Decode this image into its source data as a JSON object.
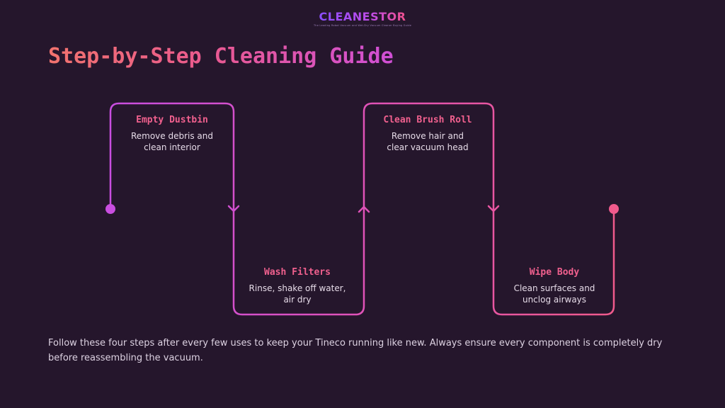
{
  "logo": {
    "name": "CLEANESTOR",
    "tagline": "The Leading Robot Vacuum and Wet-Dry Vacuum Cleaner Buying Guide"
  },
  "title": "Step-by-Step Cleaning Guide",
  "steps": [
    {
      "title": "Empty Dustbin",
      "desc": "Remove debris and clean interior"
    },
    {
      "title": "Wash Filters",
      "desc": "Rinse, shake off water, air dry"
    },
    {
      "title": "Clean Brush Roll",
      "desc": "Remove hair and clear vacuum head"
    },
    {
      "title": "Wipe Body",
      "desc": "Clean surfaces and unclog airways"
    }
  ],
  "footer": "Follow these four steps after every few uses to keep your Tineco running like new. Always ensure every component is completely dry before reassembling the vacuum.",
  "colors": {
    "background": "#25162c",
    "gradient_start": "#c94ee0",
    "gradient_end": "#f05a8c",
    "accent_text": "#f0608e"
  },
  "icons": {
    "arrow": "chevron-arrow",
    "start_marker": "dot",
    "end_marker": "dot"
  }
}
